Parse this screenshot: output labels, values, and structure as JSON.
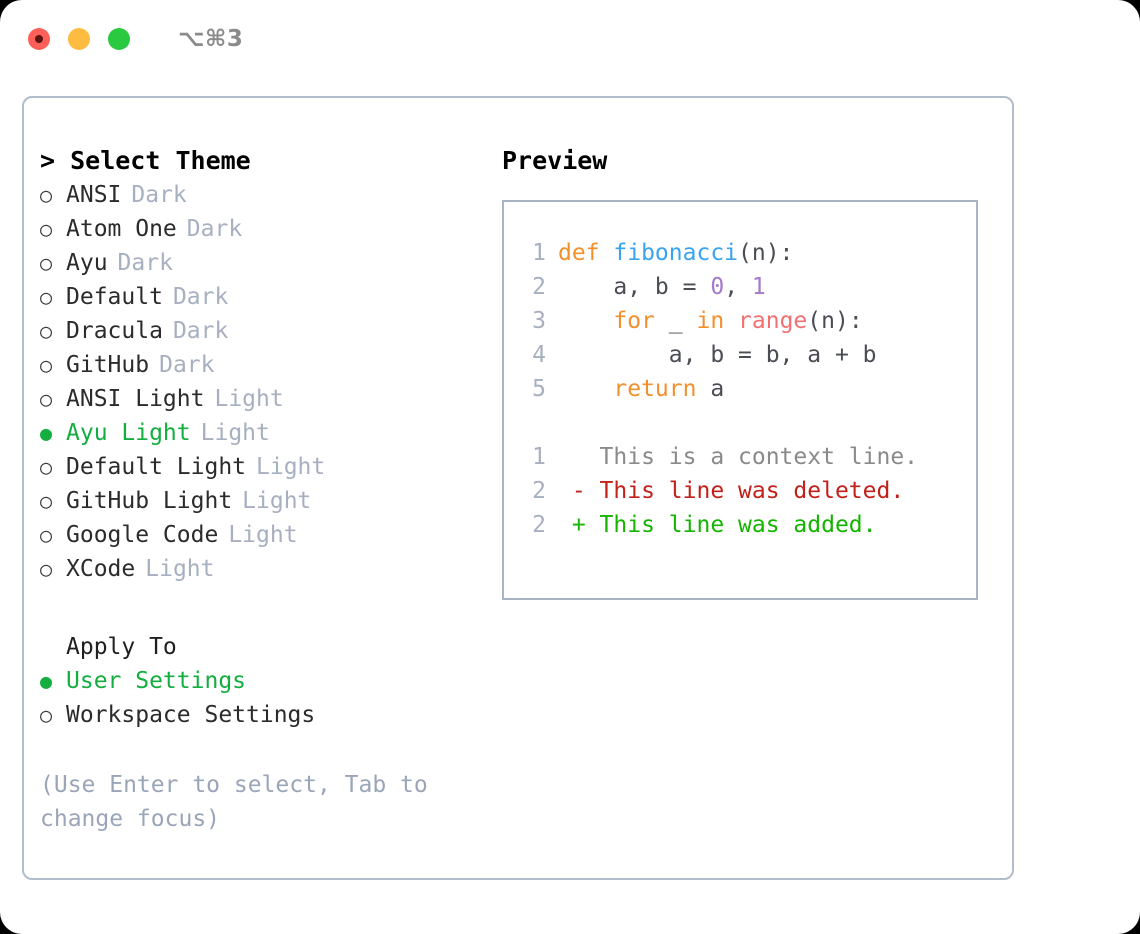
{
  "titlebar": {
    "traffic_lights": [
      {
        "name": "close",
        "color": "#fc6058"
      },
      {
        "name": "minimize",
        "color": "#fdbc40"
      },
      {
        "name": "maximize",
        "color": "#2ac940"
      }
    ],
    "shortcut": "⌥⌘3"
  },
  "theme_picker": {
    "heading": "> Select Theme",
    "items": [
      {
        "marker": "○",
        "label": "ANSI",
        "tag": "Dark",
        "selected": false
      },
      {
        "marker": "○",
        "label": "Atom One",
        "tag": "Dark",
        "selected": false
      },
      {
        "marker": "○",
        "label": "Ayu",
        "tag": "Dark",
        "selected": false
      },
      {
        "marker": "○",
        "label": "Default",
        "tag": "Dark",
        "selected": false
      },
      {
        "marker": "○",
        "label": "Dracula",
        "tag": "Dark",
        "selected": false
      },
      {
        "marker": "○",
        "label": "GitHub",
        "tag": "Dark",
        "selected": false
      },
      {
        "marker": "○",
        "label": "ANSI Light",
        "tag": "Light",
        "selected": false
      },
      {
        "marker": "●",
        "label": "Ayu Light",
        "tag": "Light",
        "selected": true
      },
      {
        "marker": "○",
        "label": "Default Light",
        "tag": "Light",
        "selected": false
      },
      {
        "marker": "○",
        "label": "GitHub Light",
        "tag": "Light",
        "selected": false
      },
      {
        "marker": "○",
        "label": "Google Code",
        "tag": "Light",
        "selected": false
      },
      {
        "marker": "○",
        "label": "XCode",
        "tag": "Light",
        "selected": false
      }
    ]
  },
  "apply_to": {
    "heading": "Apply To",
    "items": [
      {
        "marker": "●",
        "label": "User Settings",
        "selected": true
      },
      {
        "marker": "○",
        "label": "Workspace Settings",
        "selected": false
      }
    ]
  },
  "hint": "(Use Enter to select, Tab to change focus)",
  "preview": {
    "title": "Preview",
    "code_lines": [
      {
        "lineno": "1",
        "tokens": [
          {
            "text": "def ",
            "type": "kw"
          },
          {
            "text": "fibonacci",
            "type": "fn"
          },
          {
            "text": "(n):",
            "type": "pln"
          }
        ]
      },
      {
        "lineno": "2",
        "tokens": [
          {
            "text": "    a, b = ",
            "type": "pln"
          },
          {
            "text": "0",
            "type": "num"
          },
          {
            "text": ", ",
            "type": "pln"
          },
          {
            "text": "1",
            "type": "num"
          }
        ]
      },
      {
        "lineno": "3",
        "tokens": [
          {
            "text": "    ",
            "type": "pln"
          },
          {
            "text": "for",
            "type": "kw"
          },
          {
            "text": " _ ",
            "type": "pln"
          },
          {
            "text": "in",
            "type": "kw"
          },
          {
            "text": " ",
            "type": "pln"
          },
          {
            "text": "range",
            "type": "blt"
          },
          {
            "text": "(n):",
            "type": "pln"
          }
        ]
      },
      {
        "lineno": "4",
        "tokens": [
          {
            "text": "        a, b = b, a + b",
            "type": "pln"
          }
        ]
      },
      {
        "lineno": "5",
        "tokens": [
          {
            "text": "    ",
            "type": "pln"
          },
          {
            "text": "return",
            "type": "kw"
          },
          {
            "text": " a",
            "type": "pln"
          }
        ]
      }
    ],
    "diff_lines": [
      {
        "lineno": "1",
        "text": "   This is a context line.",
        "kind": "context"
      },
      {
        "lineno": "2",
        "text": " - This line was deleted.",
        "kind": "deleted"
      },
      {
        "lineno": "2",
        "text": " + This line was added.",
        "kind": "added"
      }
    ]
  },
  "colors": {
    "accent_green": "#13ae3f",
    "muted_blue_gray": "#a7b0c0",
    "border": "#b3bcca",
    "diff_added": "#14b400",
    "diff_deleted": "#c1211a",
    "keyword_orange": "#f2902e",
    "function_blue": "#3aa3f0",
    "builtin_red": "#f07171",
    "number_purple": "#a37acc"
  }
}
